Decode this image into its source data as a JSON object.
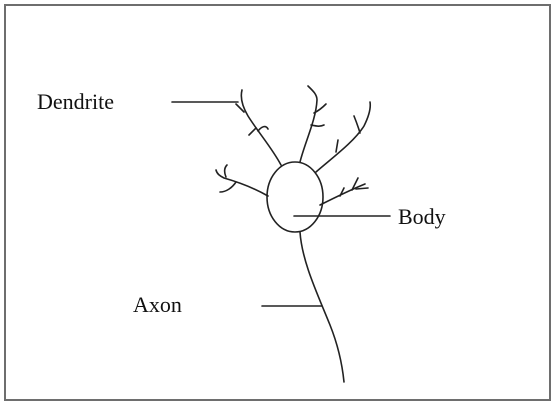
{
  "labels": {
    "dendrite": "Dendrite",
    "body": "Body",
    "axon": "Axon"
  },
  "colors": {
    "stroke": "#222222",
    "border": "#6e6e6e",
    "background": "#ffffff"
  }
}
